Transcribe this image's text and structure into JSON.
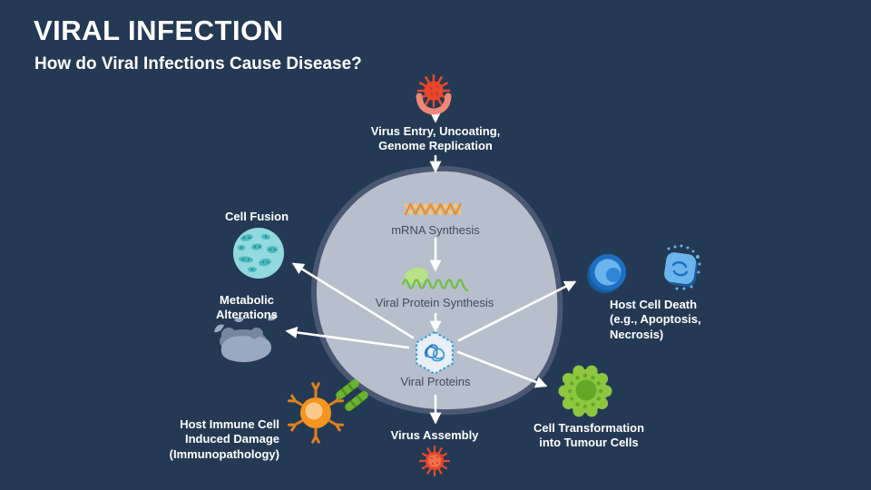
{
  "slide": {
    "title": "VIRAL INFECTION",
    "subtitle": "How do Viral Infections Cause Disease?"
  },
  "process": {
    "virus_entry": "Virus Entry, Uncoating,\nGenome Replication",
    "mrna_synthesis": "mRNA Synthesis",
    "viral_protein_synthesis": "Viral Protein Synthesis",
    "viral_proteins": "Viral Proteins",
    "virus_assembly": "Virus Assembly"
  },
  "outcomes": {
    "cell_fusion": "Cell Fusion",
    "metabolic_alterations": "Metabolic\nAlterations",
    "host_immune_damage": "Host Immune Cell\nInduced Damage\n(Immunopathology)",
    "host_cell_death": "Host Cell Death\n(e.g., Apoptosis,\nNecrosis)",
    "cell_transformation": "Cell Transformation\ninto Tumour Cells"
  },
  "colors": {
    "background": "#243a54",
    "title_text": "#ffffff",
    "outer_label_text": "#ffffff",
    "inner_label_text": "#414b5a",
    "cell_fill": "#b7bfcc",
    "cell_border": "#4a5872",
    "arrow": "#ffffff",
    "virus_red": "#e8472c",
    "virus_red_dark": "#bf3217",
    "receptor_salmon": "#f08878",
    "mrna_orange": "#e8922a",
    "mrna_orange_light": "#f3c480",
    "protein_green": "#72bf44",
    "protein_green_light": "#b9e186",
    "hexagon_blue": "#2f9ce0",
    "fusion_teal_light": "#92dadd",
    "fusion_teal_dark": "#4db9bd",
    "metabolic_slate_light": "#9aa9bf",
    "metabolic_slate_dark": "#76879f",
    "immune_orange": "#f5941f",
    "immune_orange_light": "#fbc98b",
    "antibody_orange": "#e0801b",
    "bacteria_green": "#6ab42e",
    "death_blue_light": "#6cb4ec",
    "death_blue_mid": "#2f86d4",
    "death_blue_dark": "#1d6fc4",
    "tumour_green": "#8dc63f",
    "tumour_green_dark": "#65a828"
  },
  "icons": {
    "virus": "virus-icon",
    "receptor": "receptor-crescent-icon",
    "mrna": "mrna-strand-icon",
    "protein": "protein-ribbon-icon",
    "viral_proteins": "viral-protein-hexagon-icon",
    "cell_fusion": "fused-cells-icon",
    "metabolic": "organ-blob-icon",
    "immune": "immune-cell-antibody-icon",
    "bacteria": "bacteria-icon",
    "assembled_virus": "assembled-virus-icon",
    "healthy_cell": "healthy-cell-icon",
    "dying_cell": "apoptotic-cell-icon",
    "tumour_cell": "tumour-cell-icon"
  }
}
